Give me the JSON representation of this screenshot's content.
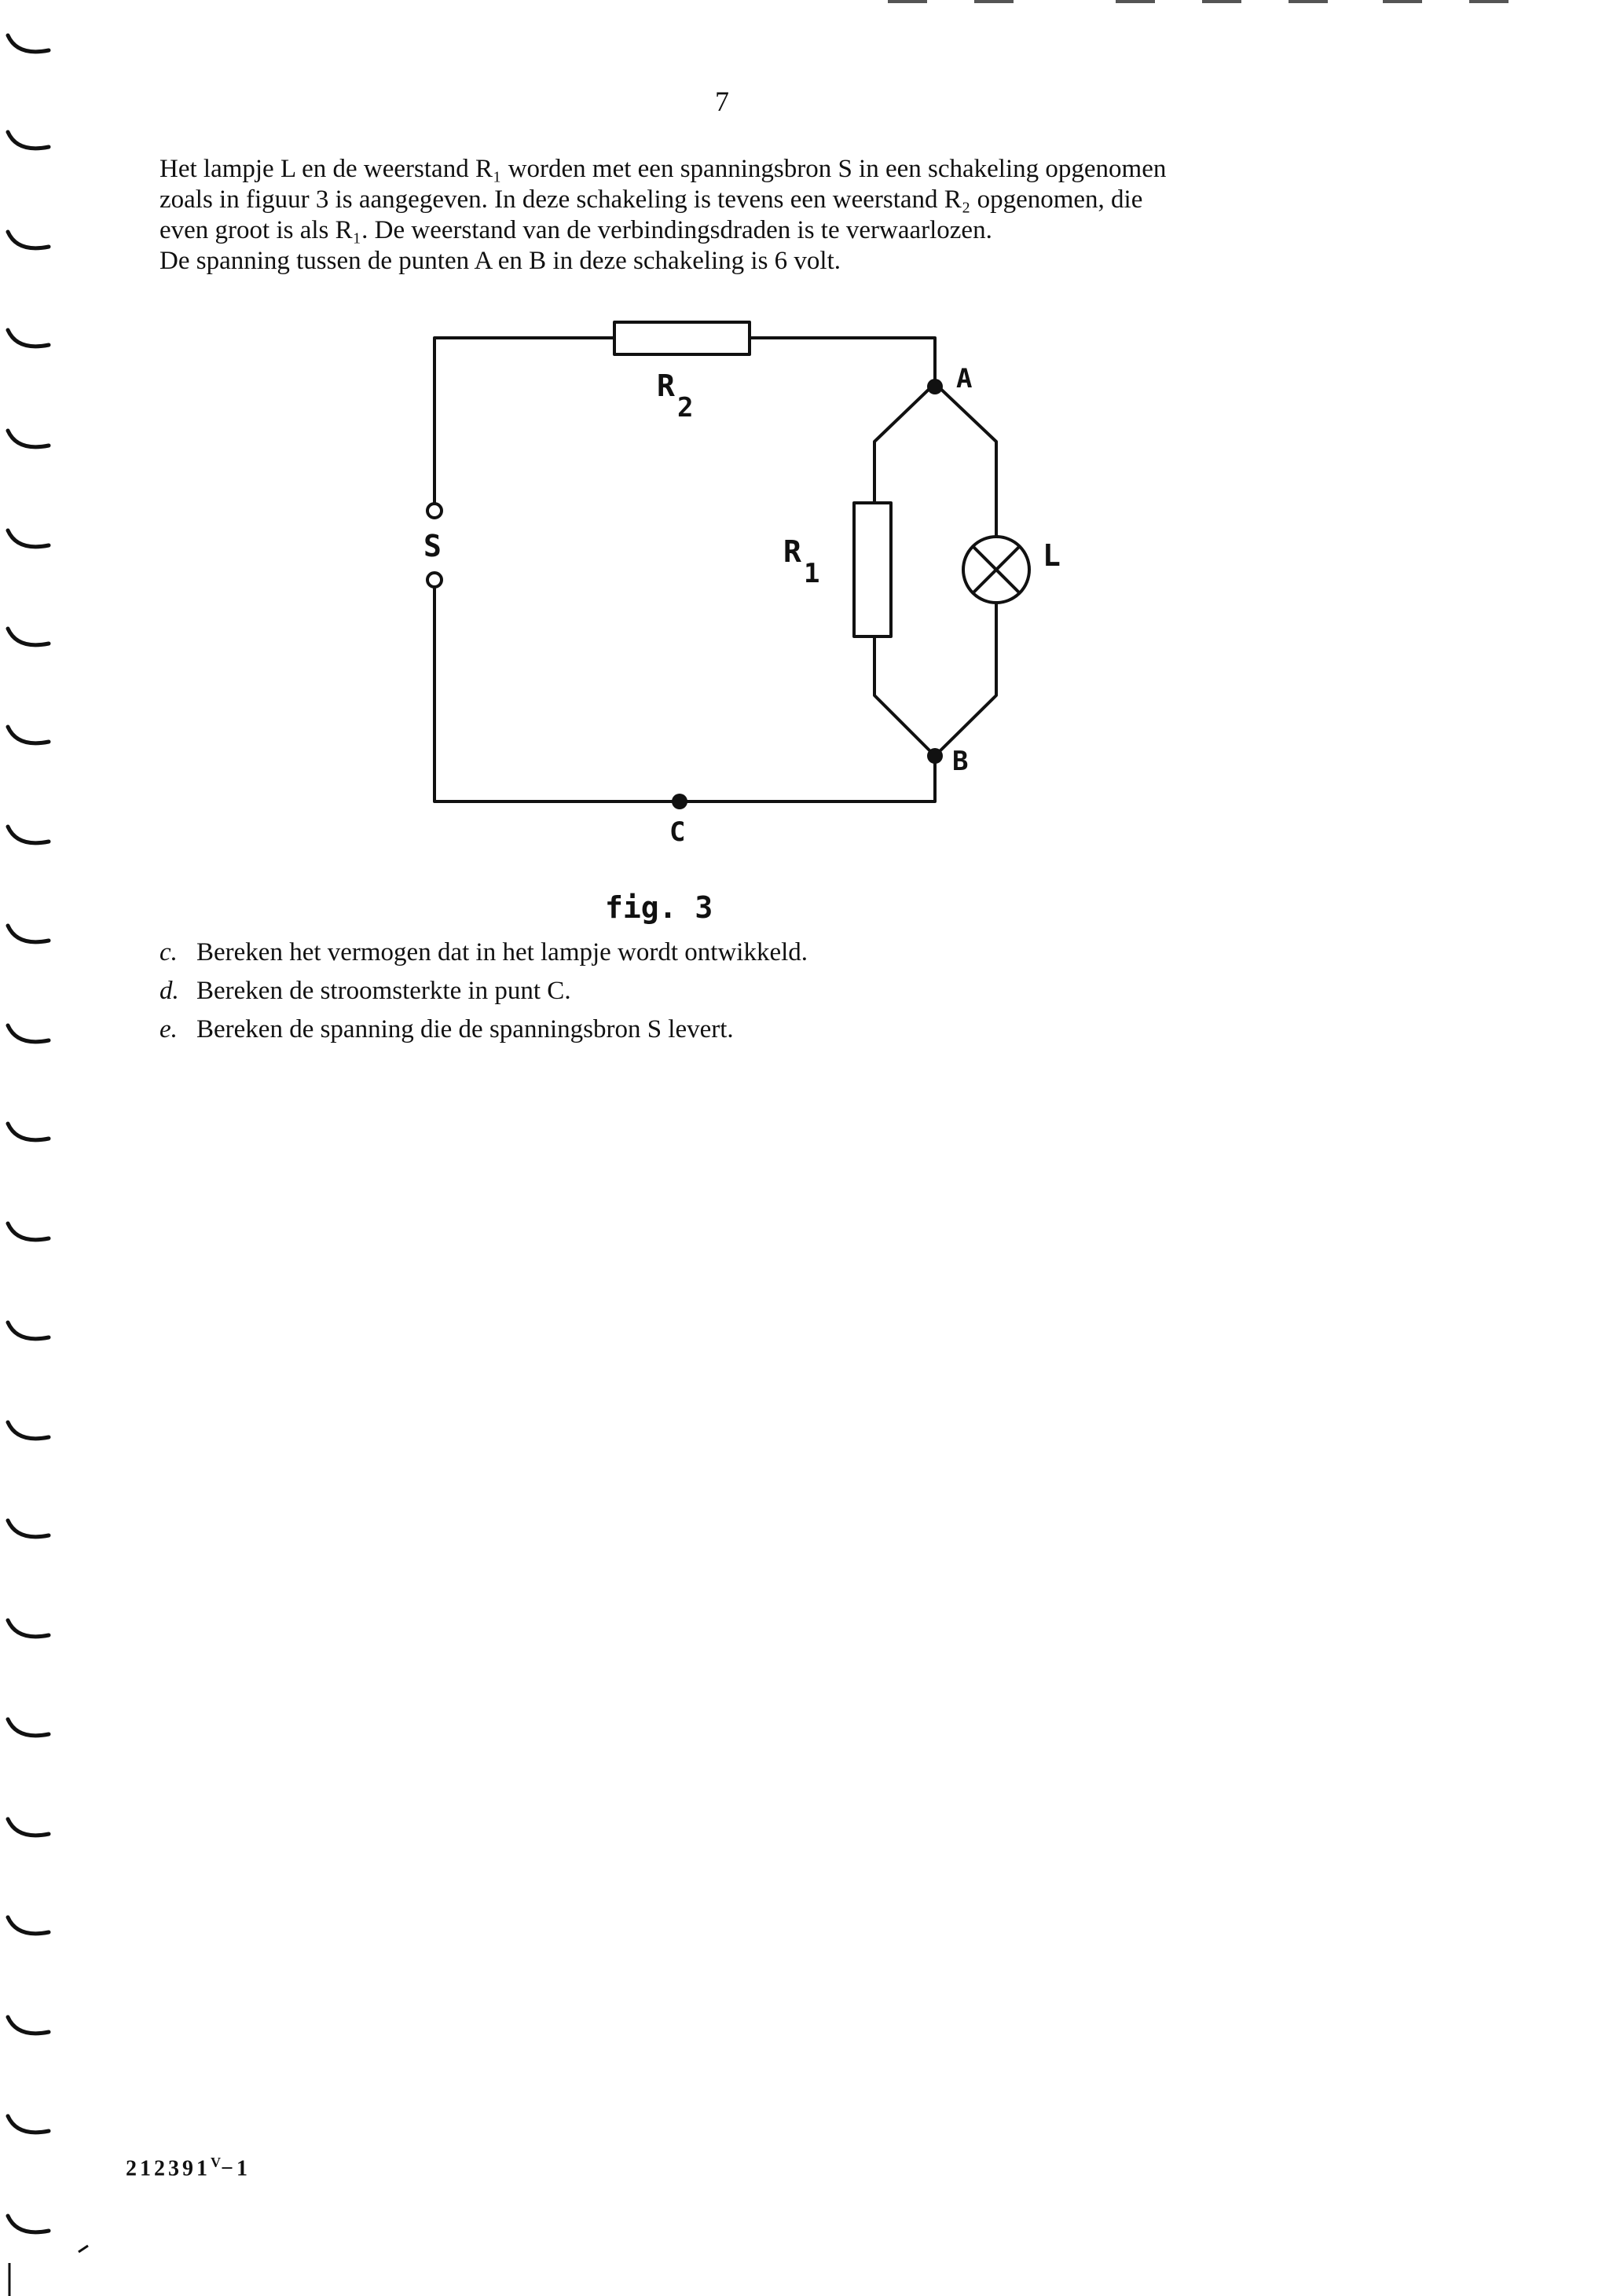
{
  "page": {
    "number": "7",
    "intro": [
      "Het lampje L en de weerstand R₁ worden met een spanningsbron S in een schakeling opgenomen",
      "zoals in figuur 3 is aangegeven. In deze schakeling is tevens een weerstand R₂ opgenomen, die",
      "even groot is als R₁. De weerstand van de verbindingsdraden is te verwaarlozen.",
      "De spanning tussen de punten A en B in deze schakeling is 6 volt."
    ],
    "figure": {
      "caption": "fig. 3",
      "labels": {
        "r2": "R",
        "r2_sub": "2",
        "r1": "R",
        "r1_sub": "1",
        "source": "S",
        "lamp": "L",
        "node_a": "A",
        "node_b": "B",
        "node_c": "C"
      }
    },
    "questions": [
      {
        "letter": "c.",
        "text": "Bereken het vermogen dat in het lampje wordt ontwikkeld."
      },
      {
        "letter": "d.",
        "text": "Bereken de stroomsterkte in punt C."
      },
      {
        "letter": "e.",
        "text": "Bereken de spanning die de spanningsbron S levert."
      }
    ],
    "footer_code": "212391",
    "footer_code_sup": "V",
    "footer_code_suffix": "−1"
  }
}
